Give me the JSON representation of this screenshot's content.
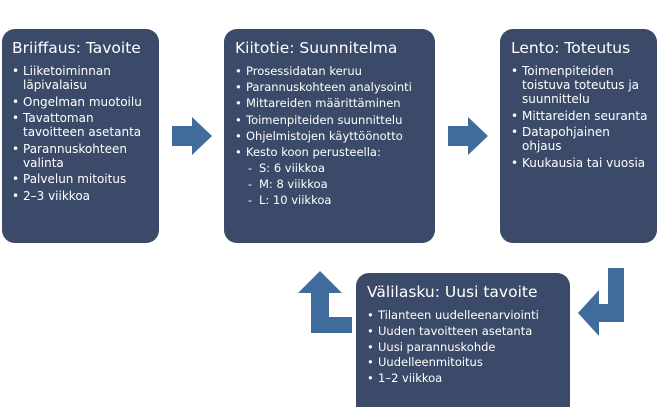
{
  "diagram": {
    "boxes": [
      {
        "id": "briiffaus",
        "title": "Briiffaus: Tavoite",
        "items": [
          "Liiketoiminnan läpivalaisu",
          "Ongelman muotoilu",
          "Tavattoman tavoitteen asetanta",
          "Parannuskohteen valinta",
          "Palvelun mitoitus",
          "2–3 viikkoa"
        ]
      },
      {
        "id": "kiitotie",
        "title": "Kiitotie: Suunnitelma",
        "items": [
          "Prosessidatan keruu",
          "Parannuskohteen analysointi",
          "Mittareiden määrittäminen",
          "Toimenpiteiden suunnittelu",
          "Ohjelmistojen käyttöönotto",
          "Kesto koon perusteella:"
        ],
        "subitems": [
          "S: 6 viikkoa",
          "M: 8 viikkoa",
          "L: 10 viikkoa"
        ]
      },
      {
        "id": "lento",
        "title": "Lento: Toteutus",
        "items": [
          "Toimenpiteiden toistuva toteutus ja suunnittelu",
          "Mittareiden seuranta",
          "Datapohjainen ohjaus",
          "Kuukausia tai vuosia"
        ]
      },
      {
        "id": "valilasku",
        "title": "Välilasku: Uusi tavoite",
        "items": [
          "Tilanteen uudelleenarviointi",
          "Uuden tavoitteen asetanta",
          "Uusi parannuskohde",
          "Uudelleenmitoitus",
          "1–2 viikkoa"
        ]
      }
    ],
    "colors": {
      "box": "#3a4a68",
      "arrow": "#3f6c9a",
      "text": "#ffffff"
    }
  }
}
